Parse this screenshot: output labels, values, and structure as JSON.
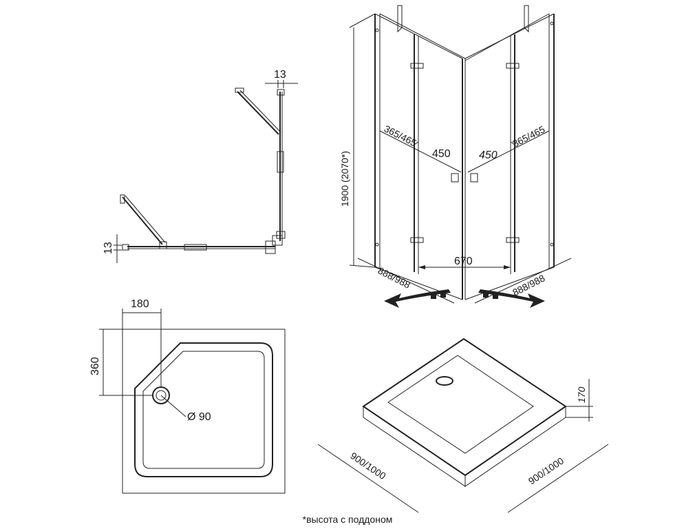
{
  "plan_view": {
    "dim_top": "13",
    "dim_left": "13"
  },
  "enclosure_view": {
    "height": "1900 (2070*)",
    "left_door_width": "365/465",
    "left_panel": "450",
    "right_panel": "450",
    "right_door_width": "365/465",
    "opening": "670",
    "left_base": "888/988",
    "right_base": "888/988"
  },
  "tray_plan": {
    "drain_offset_x": "180",
    "drain_offset_y": "360",
    "drain_diameter": "Ø 90"
  },
  "tray_iso": {
    "height": "170",
    "left_side": "900/1000",
    "right_side": "900/1000"
  },
  "footnote": "*высота с поддоном"
}
